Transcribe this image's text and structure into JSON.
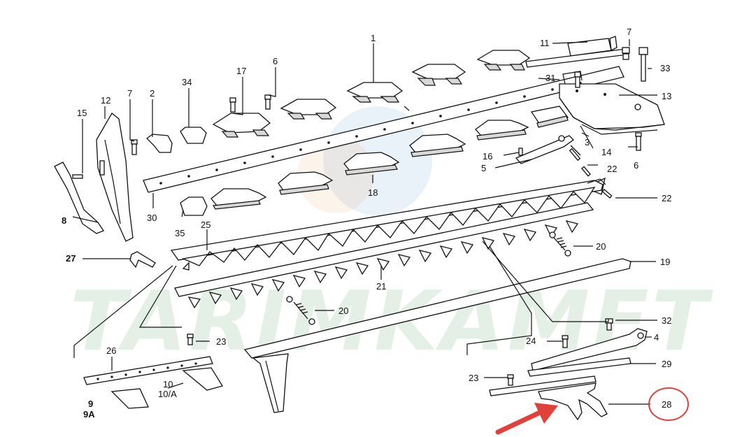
{
  "watermark": {
    "text": "TARIMKAMET"
  },
  "highlight": {
    "color": "#e0413a",
    "target": "28"
  },
  "colors": {
    "line": "#111111",
    "watermark_green": "#2e8b3a",
    "watermark_blue": "#2a7fc1",
    "watermark_orange": "#e08a3a"
  },
  "labels": {
    "l1": "1",
    "l2": "2",
    "l3": "3",
    "l4": "4",
    "l5": "5",
    "l6a": "6",
    "l6b": "6",
    "l7a": "7",
    "l7b": "7",
    "l8": "8",
    "l9": "9",
    "l9a": "9A",
    "l10": "10",
    "l10a": "10/A",
    "l11": "11",
    "l12": "12",
    "l13": "13",
    "l14": "14",
    "l15": "15",
    "l16": "16",
    "l17": "17",
    "l18": "18",
    "l19": "19",
    "l20a": "20",
    "l20b": "20",
    "l21": "21",
    "l22a": "22",
    "l22b": "22",
    "l23a": "23",
    "l23b": "23",
    "l24": "24",
    "l25": "25",
    "l26": "26",
    "l27": "27",
    "l28": "28",
    "l29": "29",
    "l30": "30",
    "l31": "31",
    "l32": "32",
    "l33": "33",
    "l34": "34",
    "l35": "35"
  }
}
